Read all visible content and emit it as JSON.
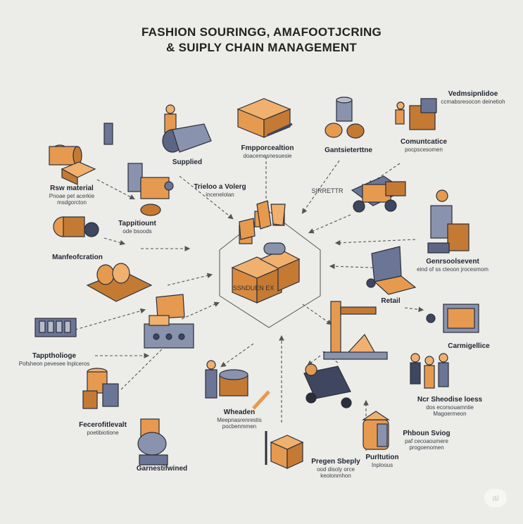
{
  "title": {
    "line1": "FASHION SOURINGG, AMAFOOTJCRING",
    "line2": "& SUIPLY CHAIN MANAGEMENT"
  },
  "center": {
    "label": "SSNDUEN EX"
  },
  "nodes": {
    "raw_material": {
      "heading": "Rsw material",
      "sub": "Pnoae pet acerkie msdgorcton"
    },
    "supplied": {
      "heading": "Supplied",
      "sub": ""
    },
    "fpporcealtion": {
      "heading": "Fmpporcealtion",
      "sub": "doacemesnesuesie"
    },
    "gantsieterttne": {
      "heading": "Gantsieterttne",
      "sub": ""
    },
    "communicate": {
      "heading": "Comuntcatice",
      "sub": "pocpscesomen"
    },
    "vedmsipnlidoe": {
      "heading": "Vedmsipnlidoe",
      "sub": "ccmabsreoocon deinetioh"
    },
    "tapptiount": {
      "heading": "Tappitiount",
      "sub": "ode bsoods"
    },
    "trieloo": {
      "heading": "Trieloo a Volerg",
      "sub": "incenelolan"
    },
    "sirrettr": {
      "heading": "SIRRETTR",
      "sub": ""
    },
    "manufacturing": {
      "heading": "Manfeofcration",
      "sub": ""
    },
    "genrsoolsevent": {
      "heading": "Genrsoolsevent",
      "sub": "eind of ss cteoon jrocesmom"
    },
    "retail": {
      "heading": "Retail",
      "sub": ""
    },
    "tapptholiege": {
      "heading": "Tapptholioge",
      "sub": "Pofsheon pevesee lnplceros"
    },
    "carmigellice": {
      "heading": "Carmigellice",
      "sub": ""
    },
    "feoroftlevalt": {
      "heading": "Fecerofitlevalt",
      "sub": "poetibiotione"
    },
    "wheaden": {
      "heading": "Wheaden",
      "sub": "Meepnasrenrestis pocbenmmen"
    },
    "garnestifuined": {
      "heading": "Garnestifwined",
      "sub": ""
    },
    "pregen_sbeply": {
      "heading": "Pregen Sbeply",
      "sub": "ood disoly orce keolonmhon"
    },
    "purltution": {
      "heading": "Purltution",
      "sub": "Inploous"
    },
    "ncr_sheodise": {
      "heading": "Ncr Sheodise loess",
      "sub": "dos ecorsouamntie Magoermeon"
    },
    "phboun_svieg": {
      "heading": "Phboun Sviog",
      "sub": "paf cecoaoumere progoenomen"
    }
  },
  "badge": "ai",
  "colors": {
    "orange": "#e69a4f",
    "orange_dark": "#b56a27",
    "slate": "#6b7596",
    "slate_dark": "#3e4660",
    "outline": "#2b2f3a",
    "arrow": "#555"
  }
}
